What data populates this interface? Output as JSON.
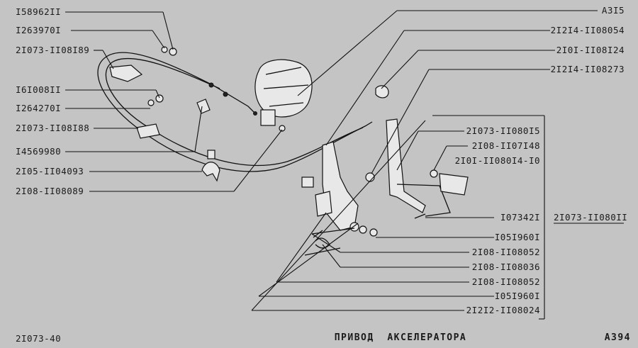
{
  "title": "ПРИВОД  АКСЕЛЕРАТОРА",
  "drawing_code": "2I073-40",
  "sheet_code": "A394",
  "assembly_label": "2I073-II080II",
  "left_labels": [
    "I58962II",
    "I263970I",
    "2I073-II08I89",
    "I6I008II",
    "I264270I",
    "2I073-II08I88",
    "I4569980",
    "2I05-II04093",
    "2I08-II08089"
  ],
  "right_top_labels": [
    "A3I5",
    "2I2I4-II08054",
    "2I0I-II08I24",
    "2I2I4-II08273"
  ],
  "right_box_labels": [
    "2I073-II080I5",
    "2I08-II07I48",
    "2I0I-II080I4-I0",
    "I07342I",
    "I05I960I",
    "2I08-II08052",
    "2I08-II08036",
    "2I08-II08052",
    "I05I960I",
    "2I2I2-II08024"
  ]
}
